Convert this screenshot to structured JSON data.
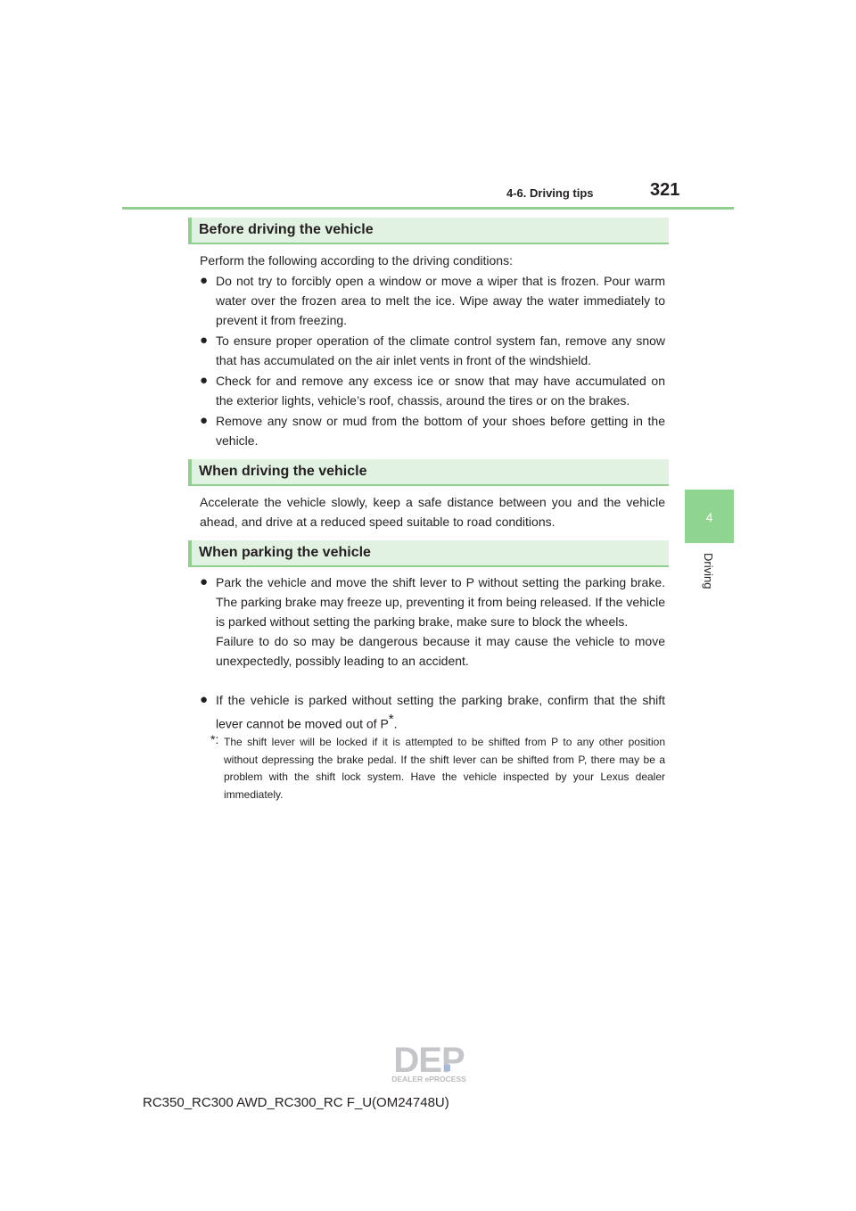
{
  "header": {
    "section": "4-6. Driving tips",
    "page_number": "321"
  },
  "side_tab": {
    "number": "4",
    "label": "Driving"
  },
  "sections": {
    "before": {
      "title": "Before driving the vehicle",
      "intro": "Perform the following according to the driving conditions:",
      "bullets": [
        "Do not try to forcibly open a window or move a wiper that is frozen. Pour warm water over the frozen area to melt the ice. Wipe away the water immediately to prevent it from freezing.",
        "To ensure proper operation of the climate control system fan, remove any snow that has accumulated on the air inlet vents in front of the windshield.",
        "Check for and remove any excess ice or snow that may have accumulated on the exterior lights, vehicle’s roof, chassis, around the tires or on the brakes.",
        "Remove any snow or mud from the bottom of your shoes before getting in the vehicle."
      ]
    },
    "when_driving": {
      "title": "When driving the vehicle",
      "body": "Accelerate the vehicle slowly, keep a safe distance between you and the vehicle ahead, and drive at a reduced speed suitable to road conditions."
    },
    "parking": {
      "title": "When parking the vehicle",
      "bullet1_a": "Park the vehicle and move the shift lever to P without setting the parking brake. The parking brake may freeze up, preventing it from being released. If the vehicle is parked without setting the parking brake, make sure to block the wheels.",
      "bullet1_b": "Failure to do so may be dangerous because it may cause the vehicle to move unexpectedly, possibly leading to an accident.",
      "bullet2": "If the vehicle is parked without setting the parking brake, confirm that the shift lever cannot be moved out of P",
      "bullet2_mark": "*",
      "bullet2_end": ".",
      "note_mark": "*:",
      "note": "The shift lever will be locked if it is attempted to be shifted from P to any other position without depressing the brake pedal. If the shift lever can be shifted from P, there may be a problem with the shift lock system. Have the vehicle inspected by your Lexus dealer immediately."
    }
  },
  "bullet_glyph": "●",
  "logo": {
    "text": "DEP",
    "subtext": "DEALER ePROCESS"
  },
  "footer": "RC350_RC300 AWD_RC300_RC F_U(OM24748U)",
  "colors": {
    "accent_green": "#8fd08f",
    "heading_bg": "#e2f2e2",
    "text": "#231f20"
  }
}
